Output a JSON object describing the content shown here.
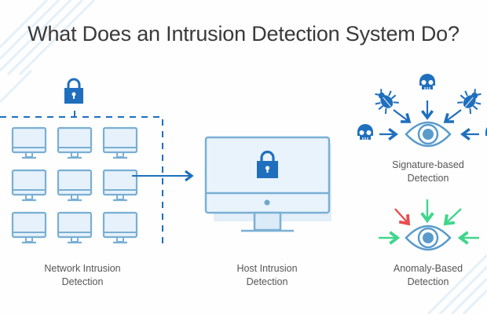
{
  "title": "What Does an Intrusion Detection System Do?",
  "sections": {
    "network": {
      "label_line1": "Network Intrusion",
      "label_line2": "Detection",
      "monitor_count": 9
    },
    "host": {
      "label_line1": "Host Intrusion",
      "label_line2": "Detection"
    },
    "signature": {
      "label_line1": "Signature-based",
      "label_line2": "Detection"
    },
    "anomaly": {
      "label_line1": "Anomaly-Based",
      "label_line2": "Detection"
    }
  },
  "colors": {
    "primary_blue": "#1f6fbd",
    "monitor_stroke": "#6fa6cf",
    "monitor_fill": "#e6f1fb",
    "title_text": "#3a3a3a",
    "label_text": "#555555",
    "anomaly_red": "#ea4d4d",
    "anomaly_green": "#3fd68c"
  },
  "icons": {
    "lock": "lock-icon",
    "monitor": "monitor-icon",
    "skull": "skull-icon",
    "bug": "bug-icon",
    "eye": "eye-icon",
    "arrow": "arrow-icon"
  }
}
